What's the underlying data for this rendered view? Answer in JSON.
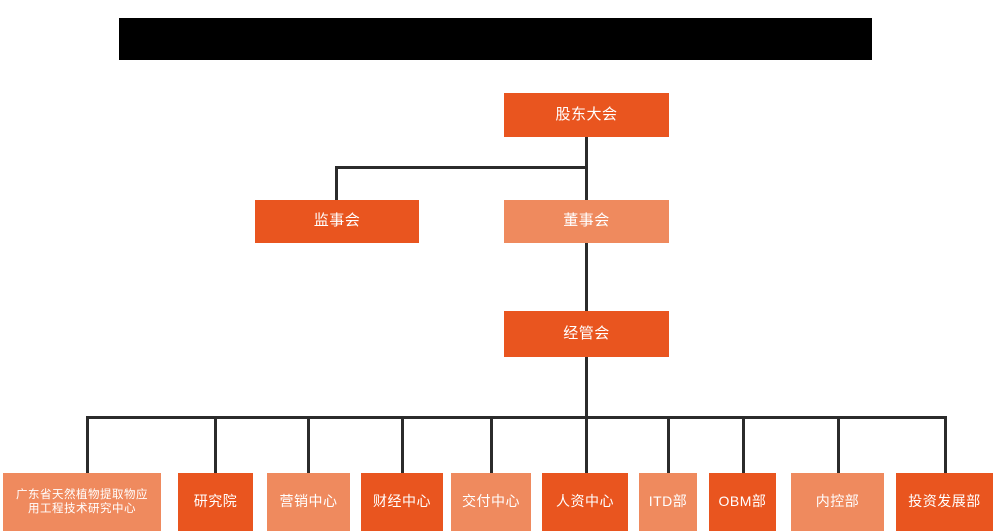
{
  "chart_data": {
    "type": "diagram",
    "diagram_type": "organization-chart",
    "title": "",
    "colors": {
      "dark_orange": "#E9551F",
      "light_orange": "#EF8A5E",
      "connector": "#2b2b2b",
      "background": "#FFFFFF",
      "banner": "#000000",
      "node_text": "#FFFFFF"
    },
    "nodes": [
      {
        "id": "shareholders",
        "label": "股东大会",
        "level": 1,
        "tone": "dark"
      },
      {
        "id": "supervisors",
        "label": "监事会",
        "level": 2,
        "tone": "dark"
      },
      {
        "id": "directors",
        "label": "董事会",
        "level": 2,
        "tone": "light"
      },
      {
        "id": "management",
        "label": "经管会",
        "level": 3,
        "tone": "dark"
      },
      {
        "id": "dept-01",
        "label": "广东省天然植物提取物应用工程技术研究中心",
        "level": 4,
        "tone": "light"
      },
      {
        "id": "dept-02",
        "label": "研究院",
        "level": 4,
        "tone": "dark"
      },
      {
        "id": "dept-03",
        "label": "营销中心",
        "level": 4,
        "tone": "light"
      },
      {
        "id": "dept-04",
        "label": "财经中心",
        "level": 4,
        "tone": "dark"
      },
      {
        "id": "dept-05",
        "label": "交付中心",
        "level": 4,
        "tone": "light"
      },
      {
        "id": "dept-06",
        "label": "人资中心",
        "level": 4,
        "tone": "dark"
      },
      {
        "id": "dept-07",
        "label": "ITD部",
        "level": 4,
        "tone": "light"
      },
      {
        "id": "dept-08",
        "label": "OBM部",
        "level": 4,
        "tone": "dark"
      },
      {
        "id": "dept-09",
        "label": "内控部",
        "level": 4,
        "tone": "light"
      },
      {
        "id": "dept-10",
        "label": "投资发展部",
        "level": 4,
        "tone": "dark"
      }
    ],
    "edges": [
      {
        "from": "shareholders",
        "to": "supervisors"
      },
      {
        "from": "shareholders",
        "to": "directors"
      },
      {
        "from": "directors",
        "to": "management"
      },
      {
        "from": "management",
        "to": "dept-01"
      },
      {
        "from": "management",
        "to": "dept-02"
      },
      {
        "from": "management",
        "to": "dept-03"
      },
      {
        "from": "management",
        "to": "dept-04"
      },
      {
        "from": "management",
        "to": "dept-05"
      },
      {
        "from": "management",
        "to": "dept-06"
      },
      {
        "from": "management",
        "to": "dept-07"
      },
      {
        "from": "management",
        "to": "dept-08"
      },
      {
        "from": "management",
        "to": "dept-09"
      },
      {
        "from": "management",
        "to": "dept-10"
      }
    ]
  },
  "banner": {
    "label": ""
  },
  "nodes": {
    "shareholders": "股东大会",
    "supervisors": "监事会",
    "directors": "董事会",
    "management": "经管会",
    "dept_01_line1": "广东省天然植物提取物应",
    "dept_01_line2": "用工程技术研究中心",
    "dept_02": "研究院",
    "dept_03": "营销中心",
    "dept_04": "财经中心",
    "dept_05": "交付中心",
    "dept_06": "人资中心",
    "dept_07": "ITD部",
    "dept_08": "OBM部",
    "dept_09": "内控部",
    "dept_10": "投资发展部"
  }
}
